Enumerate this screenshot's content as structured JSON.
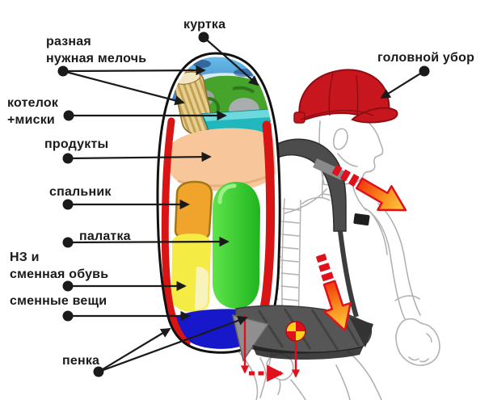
{
  "diagram": {
    "labels": {
      "jacket": "куртка",
      "misc_1": "разная",
      "misc_2": "нужная мелочь",
      "headwear": "головной убор",
      "pot_1": "котелок",
      "pot_2": "+миски",
      "food": "продукты",
      "sleeping_bag": "спальник",
      "tent": "палатка",
      "reserve_1": "НЗ и",
      "reserve_2": "сменная обувь",
      "spare_clothes": "сменные вещи",
      "foam_pad": "пенка"
    },
    "colors": {
      "cap": "#c8161e",
      "jacket_region": "#3f7ccc",
      "misc_bundle": "#46a42c",
      "pot": "#e7cf8f",
      "bowls": "#22b6bd",
      "food": "#f7c79b",
      "sleeping_bag": "#f0a42c",
      "tent": "#2ec62e",
      "reserve": "#f4ec45",
      "spare_clothes": "#1718c9",
      "foam_pad": "#d81414",
      "guide_red": "#e0101c",
      "pointer_black": "#1a1a1a"
    }
  }
}
